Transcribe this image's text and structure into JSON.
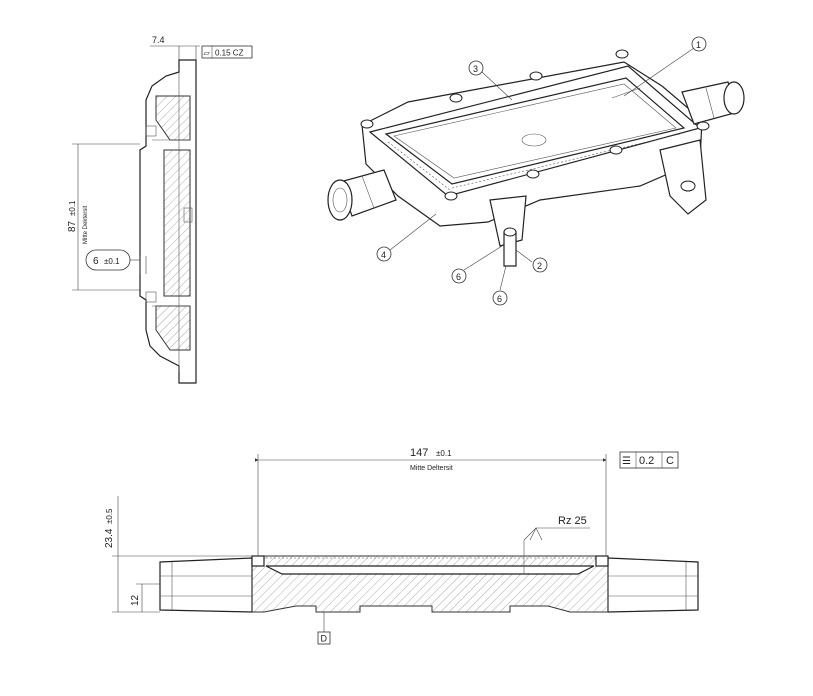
{
  "side_view": {
    "dim_top": "7.4",
    "flatness_symbol": "▱",
    "flatness_value": "0.15 CZ",
    "height_value": "87",
    "height_tol": "±0.1",
    "height_note": "Mitte Dektersit",
    "thick_value": "6",
    "thick_tol": "±0.1"
  },
  "iso_view": {
    "callouts": [
      "1",
      "3",
      "4",
      "6",
      "2",
      "6"
    ]
  },
  "section_view": {
    "length_value": "147",
    "length_tol": "±0.1",
    "length_note": "Mitte Deltersit",
    "profile_symbol": "☰",
    "profile_value": "0.2",
    "profile_datum": "C",
    "roughness": "Rz 25",
    "height_value": "23.4",
    "height_tol": "±0.5",
    "small_dim": "12",
    "datum": "D"
  }
}
